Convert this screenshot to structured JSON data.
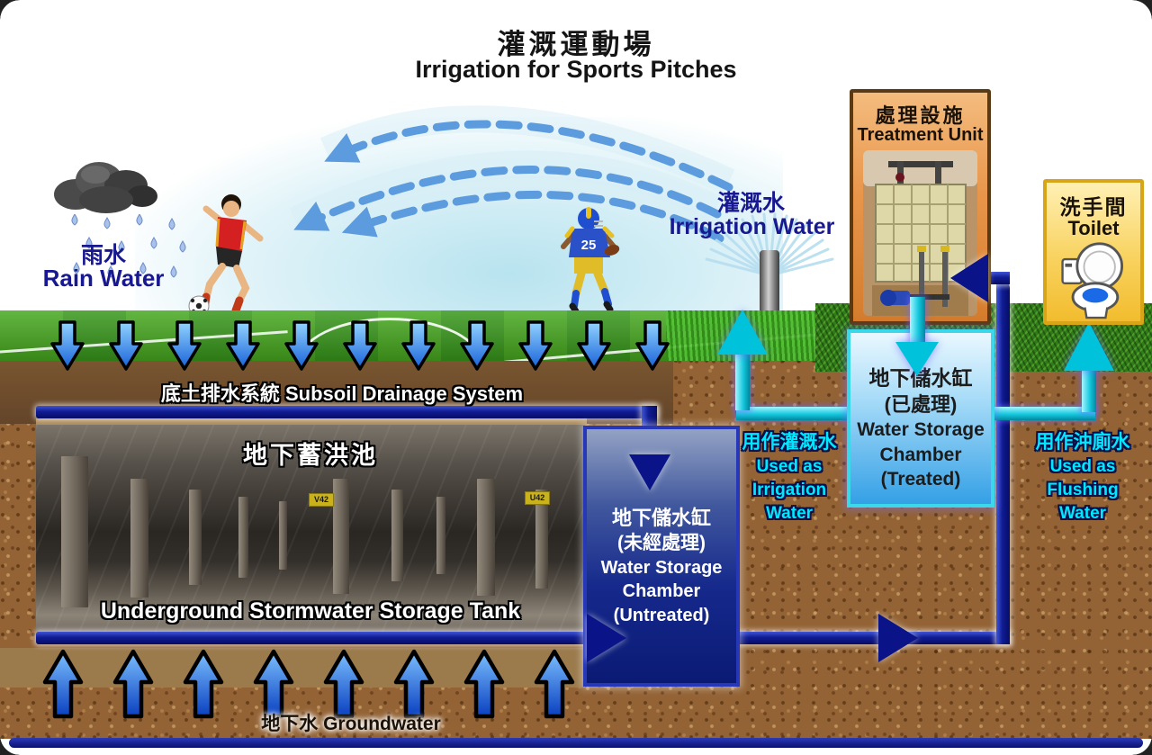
{
  "title": {
    "zh": "灌溉運動場",
    "en": "Irrigation for Sports Pitches"
  },
  "rain": {
    "zh": "雨水",
    "en": "Rain Water"
  },
  "irrigation": {
    "zh": "灌溉水",
    "en": "Irrigation Water"
  },
  "treatment": {
    "zh": "處理設施",
    "en": "Treatment Unit"
  },
  "toilet": {
    "zh": "洗手間",
    "en": "Toilet"
  },
  "subsoil": {
    "label": "底土排水系統 Subsoil Drainage System"
  },
  "storage_tank": {
    "zh": "地下蓄洪池",
    "en": "Underground Stormwater Storage Tank",
    "tag_left": "V42",
    "tag_right": "U42"
  },
  "untreated": {
    "l1": "地下儲水缸",
    "l2": "(未經處理)",
    "l3": "Water Storage",
    "l4": "Chamber",
    "l5": "(Untreated)"
  },
  "treated": {
    "l1": "地下儲水缸",
    "l2": "(已處理)",
    "l3": "Water Storage",
    "l4": "Chamber",
    "l5": "(Treated)"
  },
  "used_irrigation": {
    "l1": "用作灌溉水",
    "l2": "Used as",
    "l3": "Irrigation",
    "l4": "Water"
  },
  "used_flushing": {
    "l1": "用作沖廁水",
    "l2": "Used as",
    "l3": "Flushing",
    "l4": "Water"
  },
  "groundwater": {
    "label": "地下水 Groundwater"
  },
  "players": {
    "football_jersey_number": "25"
  },
  "colors": {
    "navy_text": "#181890",
    "navy_pipe": "#0a1488",
    "cyan_pipe": "#00c2da",
    "cyan_text": "#00e8ff",
    "treatment_bg": "#e8954a",
    "toilet_bg": "#f8d25e",
    "treated_border": "#3ad8ea",
    "grass": "#3f9e22",
    "soil": "#8a5c30"
  },
  "icons": {
    "rain_cloud": "dark storm cloud",
    "raindrops": "blue droplets",
    "sprinkler": "pop-up sprinkler with spray",
    "toilet_bowl": "white toilet with blue water",
    "soccer_player": "player in red kit with ball",
    "football_player": "player in blue jersey and yellow pants"
  }
}
